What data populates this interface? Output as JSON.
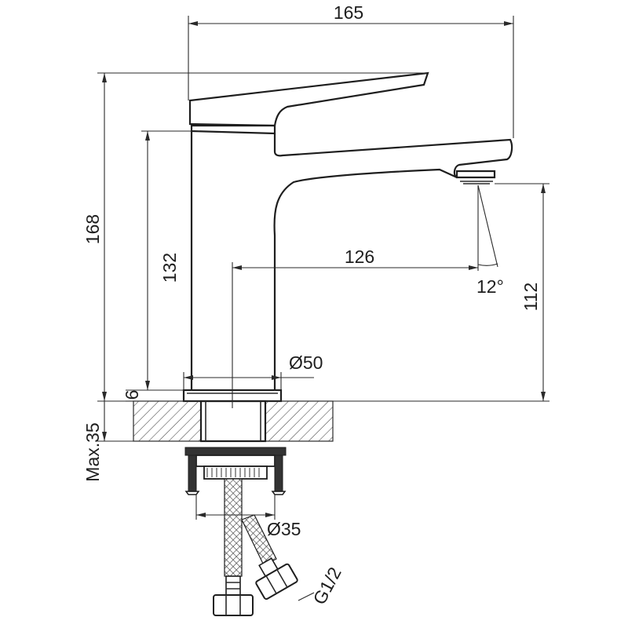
{
  "dimensions": {
    "total_width": "165",
    "total_height": "168",
    "body_height": "132",
    "spout_reach": "126",
    "spout_height": "112",
    "spout_angle": "12°",
    "base_diameter": "Ø50",
    "shank_diameter": "Ø35",
    "base_thickness": "6",
    "max_counter_thickness": "Max.35",
    "hose_thread": "G1/2"
  }
}
